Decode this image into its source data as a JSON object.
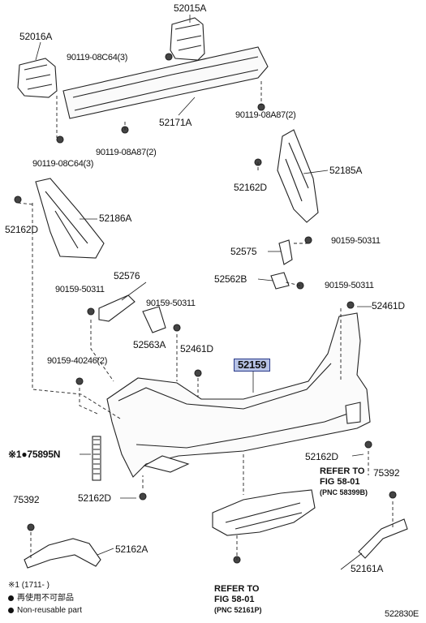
{
  "labels": {
    "p52015A": "52015A",
    "p52016A": "52016A",
    "b90119_08C64_top": "90119-08C64(3)",
    "p52171A": "52171A",
    "b90119_08A87_right": "90119-08A87(2)",
    "b90119_08A87_left": "90119-08A87(2)",
    "b90119_08C64_bottom": "90119-08C64(3)",
    "p52185A": "52185A",
    "p52162D_upper_right": "52162D",
    "p52162D_left": "52162D",
    "p52186A": "52186A",
    "p52575": "52575",
    "b90159_50311_a": "90159-50311",
    "p52576": "52576",
    "p52562B": "52562B",
    "b90159_50311_b": "90159-50311",
    "b90159_50311_c": "90159-50311",
    "b90159_50311_d": "90159-50311",
    "p52461D_right": "52461D",
    "p52563A": "52563A",
    "p52461D_mid": "52461D",
    "b90159_40246": "90159-40246(2)",
    "p52159": "52159",
    "p75895N": "※1●75895N",
    "p52162D_lower_right": "52162D",
    "p52162D_lower_left": "52162D",
    "p75392_left": "75392",
    "p75392_right": "75392",
    "p52162A": "52162A",
    "p52161A": "52161A"
  },
  "refer_1": {
    "line1": "REFER TO",
    "line2": "FIG 58-01",
    "pnc": "(PNC 58399B)"
  },
  "refer_2": {
    "line1": "REFER TO",
    "line2": "FIG 58-01",
    "pnc": "(PNC 52161P)"
  },
  "legend": {
    "note": "※1 (1711-     )",
    "reuse_jp": "再使用不可部品",
    "reuse_en": "Non-reusable part"
  },
  "diagram_code": "522830E"
}
